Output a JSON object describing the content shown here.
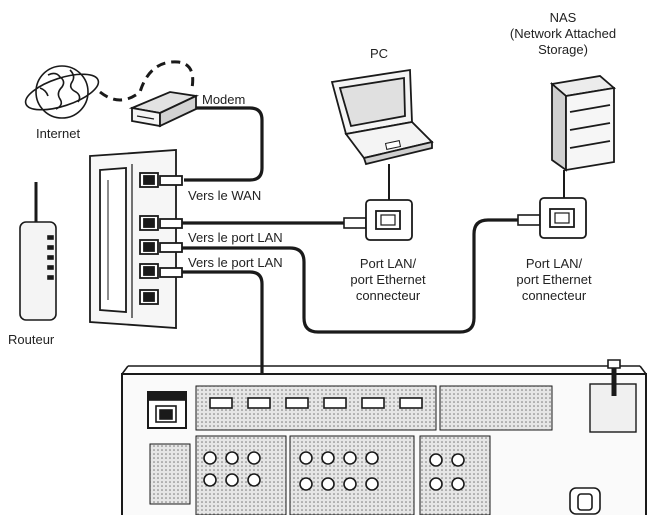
{
  "labels": {
    "internet": "Internet",
    "modem": "Modem",
    "router": "Routeur",
    "pc": "PC",
    "nas": "NAS",
    "nas_full_line1": "(Network Attached",
    "nas_full_line2": "Storage)",
    "vers_wan": "Vers le WAN",
    "vers_lan_1": "Vers le port LAN",
    "vers_lan_2": "Vers le port LAN",
    "pc_port_line1": "Port LAN/",
    "pc_port_line2": "port Ethernet",
    "pc_port_line3": "connecteur",
    "nas_port_line1": "Port LAN/",
    "nas_port_line2": "port Ethernet",
    "nas_port_line3": "connecteur"
  },
  "icons": {
    "globe": "globe-icon",
    "modem": "modem-icon",
    "router": "router-icon",
    "laptop": "laptop-icon",
    "nas": "nas-tower-icon",
    "receiver": "av-receiver-panel-icon",
    "port": "ethernet-port-icon"
  },
  "colors": {
    "line": "#1a1a1a",
    "device_fill": "#f4f4f4",
    "device_shade": "#cfcfcf",
    "background": "#ffffff"
  }
}
